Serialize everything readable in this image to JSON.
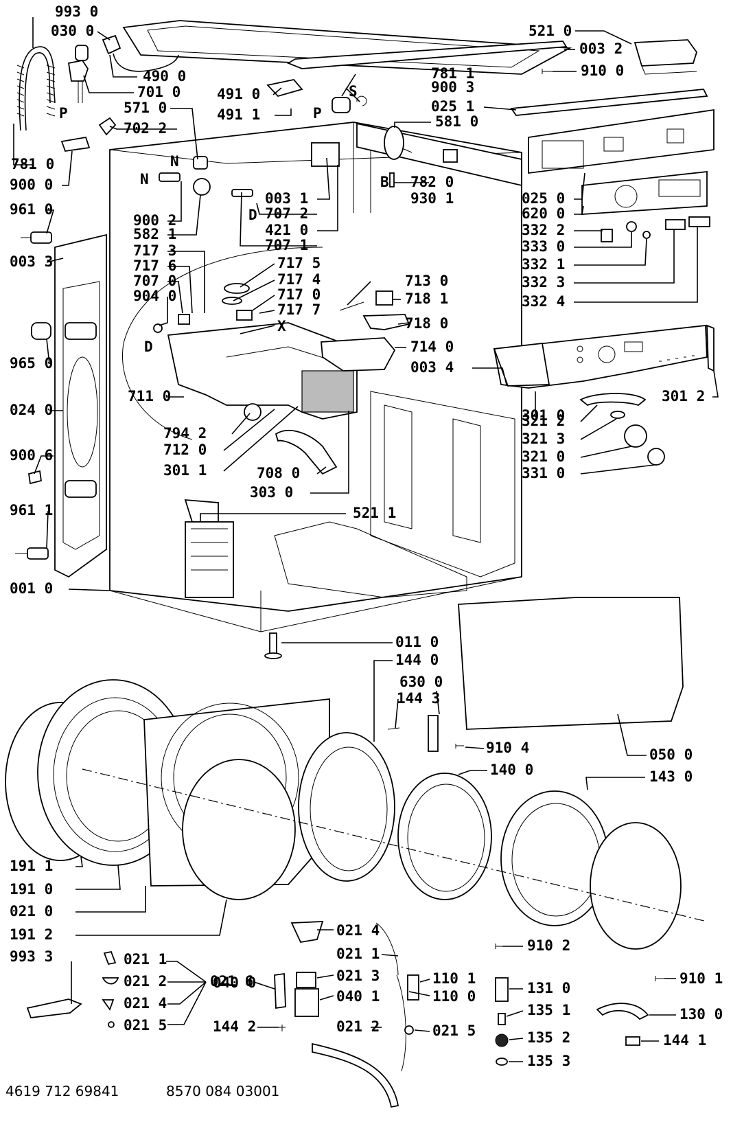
{
  "labels": {
    "l9930": "993 0",
    "l0300": "030 0",
    "l4900": "490 0",
    "l7010": "701 0",
    "l5710": "571 0",
    "l7022": "702 2",
    "lP1": "P",
    "l7810": "781 0",
    "l9000": "900 0",
    "lN1": "N",
    "lN2": "N",
    "l9610": "961 0",
    "l0033": "003 3",
    "l9002": "900 2",
    "l5821": "582 1",
    "lD1": "D",
    "l7173": "717 3",
    "l7176": "717 6",
    "l7070": "707 0",
    "l9040": "904 0",
    "lD2": "D",
    "l9650": "965 0",
    "l0240": "024 0",
    "l7110": "711 0",
    "l9006": "900 6",
    "l9611": "961 1",
    "l0010": "001 0",
    "l7942": "794 2",
    "l7120": "712 0",
    "l3011": "301 1",
    "l7080": "708 0",
    "l3030": "303 0",
    "l5211": "521 1",
    "l5210": "521 0",
    "l0032": "003 2",
    "l9100": "910 0",
    "l4910": "491 0",
    "l7811": "781 1",
    "l9003": "900 3",
    "l0251": "025 1",
    "lS": "S",
    "lP2": "P",
    "l4911": "491 1",
    "l5810": "581 0",
    "lB": "B",
    "l7820": "782 0",
    "l9301": "930 1",
    "l0031": "003 1",
    "l7072": "707 2",
    "l4210": "421 0",
    "l7071": "707 1",
    "l0250": "025 0",
    "l6200": "620 0",
    "l3322": "332 2",
    "l3330": "333 0",
    "l3321": "332 1",
    "l3323": "332 3",
    "l3324": "332 4",
    "l7175": "717 5",
    "l7174": "717 4",
    "l7170": "717 0",
    "l7177": "717 7",
    "lX": "X",
    "l7130": "713 0",
    "l7181": "718 1",
    "l7180": "718 0",
    "l7140": "714 0",
    "l0034": "003 4",
    "l3010": "301 0",
    "l3012": "301 2",
    "l3212": "321 2",
    "l3213": "321 3",
    "l3210": "321 0",
    "l3310": "331 0",
    "l0110": "011 0",
    "l1440": "144 0",
    "l6300": "630 0",
    "l1443": "144 3",
    "l9104": "910 4",
    "l0500": "050 0",
    "l1400": "140 0",
    "l1430": "143 0",
    "l1911": "191 1",
    "l1910": "191 0",
    "l0210": "021 0",
    "l1912": "191 2",
    "l9933": "993 3",
    "l0211a": "021 1",
    "l0212a": "021 2",
    "l0216": "021 6",
    "l0214a": "021 4",
    "l0215a": "021 5",
    "l0214b": "021 4",
    "l0211b": "021 1",
    "l0213": "021 3",
    "l0400": "040 0",
    "l0401": "040 1",
    "l1442": "144 2",
    "l0212b": "021 2",
    "l1101": "110 1",
    "l1100": "110 0",
    "l0215b": "021 5",
    "l9102": "910 2",
    "l1310": "131 0",
    "l1351": "135 1",
    "l1352": "135 2",
    "l1353": "135 3",
    "l9101": "910 1",
    "l1300": "130 0",
    "l1441": "144 1"
  },
  "footer": {
    "left_code": "4619 712 69841",
    "right_code": "8570 084 03001"
  }
}
